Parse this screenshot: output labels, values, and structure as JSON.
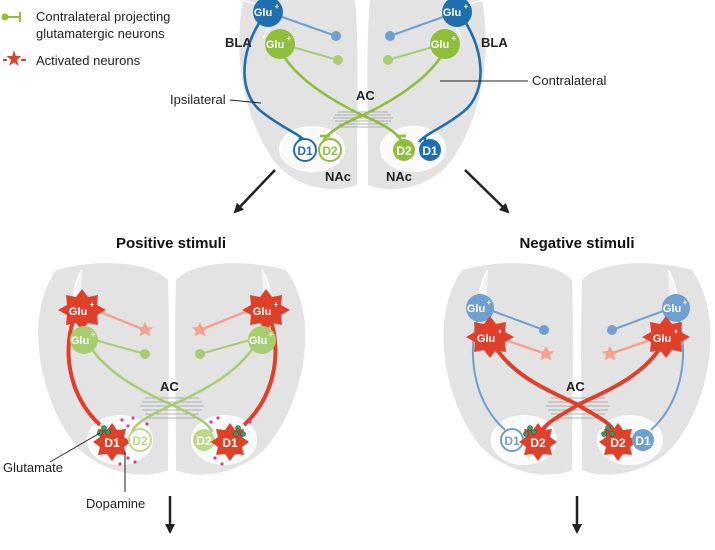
{
  "legend": {
    "contralateral": "Contralateral projecting glutamatergic neurons",
    "activated": "Activated neurons"
  },
  "labels": {
    "bla": "BLA",
    "nac": "NAc",
    "ac": "AC",
    "contralateral": "Contralateral",
    "ipsilateral": "Ipsilateral",
    "glutamate": "Glutamate",
    "dopamine": "Dopamine"
  },
  "cells": {
    "glu": "Glu",
    "sup": "+",
    "d1": "D1",
    "d2": "D2"
  },
  "panels": {
    "positive": "Positive stimuli",
    "negative": "Negative stimuli"
  },
  "colors": {
    "brain": "#e3e3e3",
    "blue": "#1f6eb0",
    "light_blue": "#6fa0cf",
    "green": "#8fbe3c",
    "light_green": "#bcd98a",
    "red": "#e0402a",
    "salmon": "#f2a28f",
    "dopamine": "#e8379b"
  }
}
